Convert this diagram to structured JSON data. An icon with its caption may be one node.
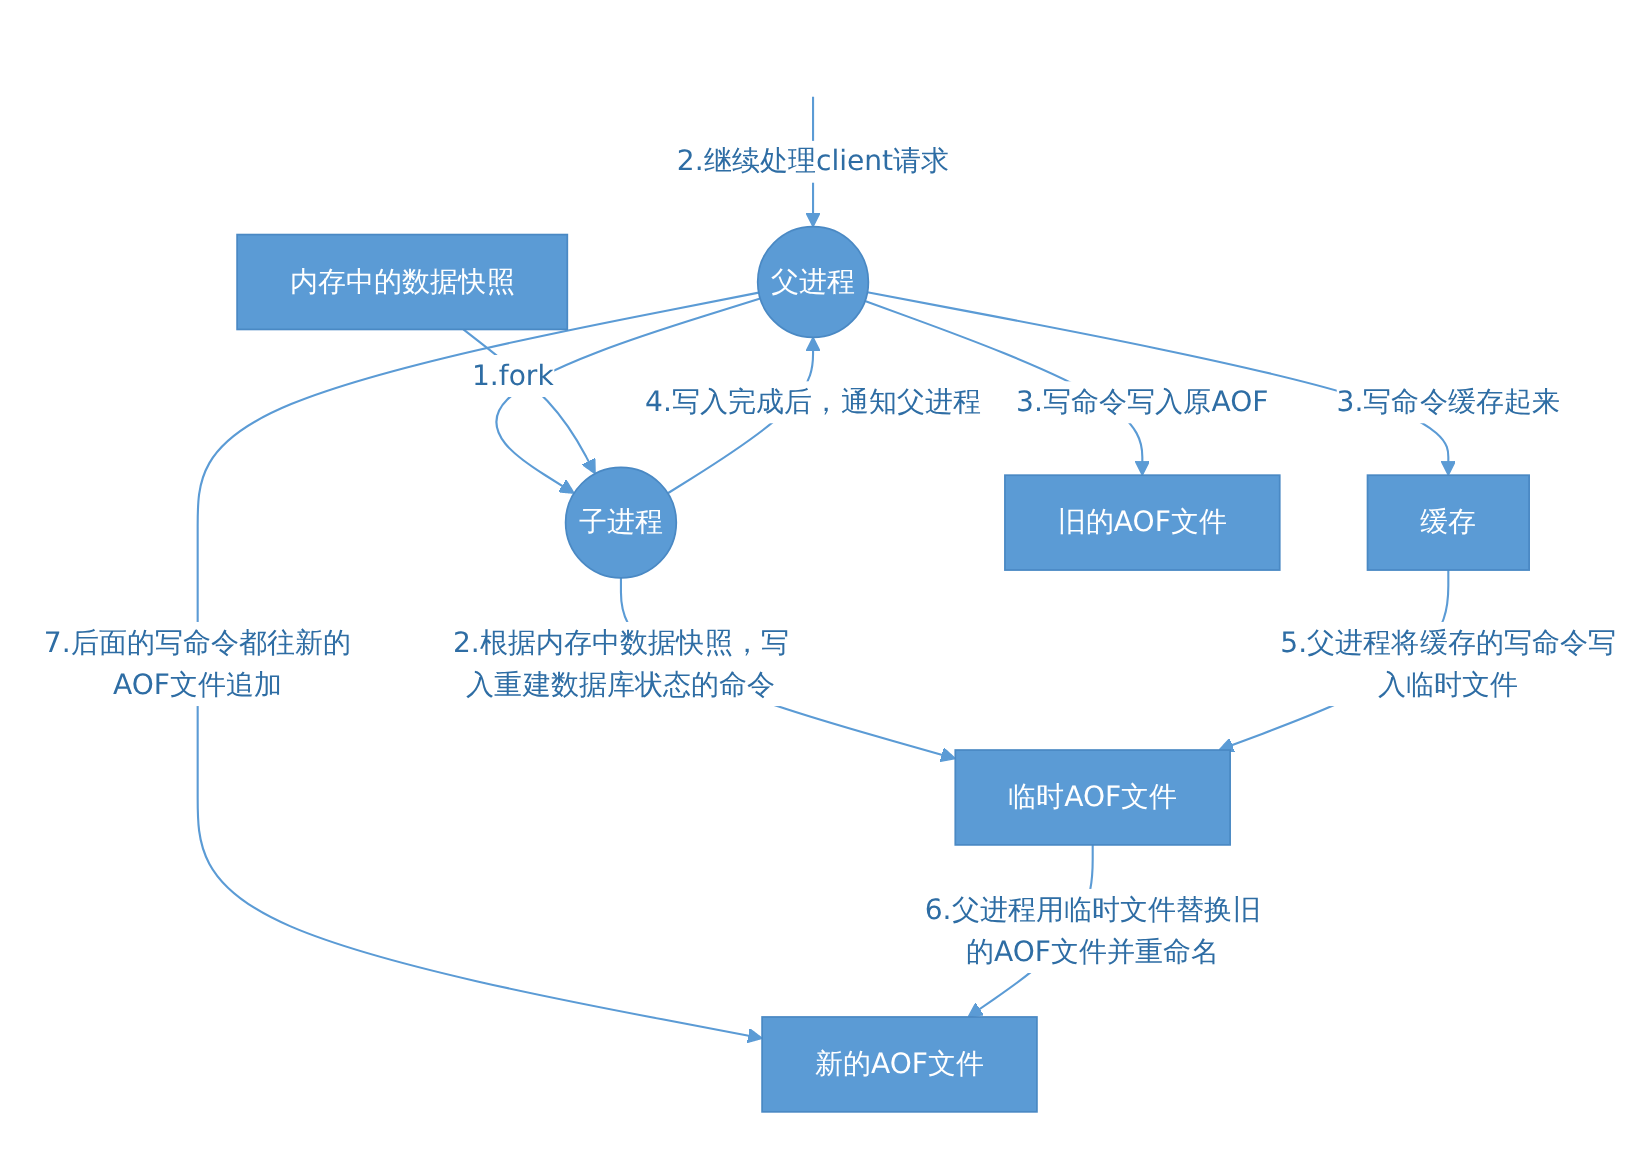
{
  "diagram": {
    "nodes": [
      {
        "text": [
          "父进程"
        ]
      },
      {
        "text": [
          "缓存"
        ]
      },
      {
        "text": [
          "内存中的数据快照"
        ]
      },
      {
        "text": [
          "子进程"
        ]
      },
      {
        "text": [
          "旧的AOF文件"
        ]
      },
      {
        "text": [
          "临时AOF文件"
        ]
      },
      {
        "text": [
          "新的AOF文件"
        ]
      }
    ],
    "edges": [
      {
        "from": null,
        "to": 0,
        "arrow": "to",
        "label": "2.继续处理client请求"
      },
      {
        "from": 0,
        "to": 1,
        "arrow": "to",
        "label": "3.写命令缓存起来"
      },
      {
        "from": 0,
        "to": 4,
        "arrow": "to",
        "label": "3.写命令写入原AOF"
      },
      {
        "from": 0,
        "to": 3,
        "arrow": "to",
        "label": "1.fork"
      },
      {
        "from": 2,
        "to": 3,
        "arrow": "to"
      },
      {
        "from": 3,
        "to": 0,
        "arrow": "to",
        "label": "4.写入完成后，通知父进程"
      },
      {
        "from": 3,
        "to": 5,
        "arrow": "to",
        "label": "2.根据内存中数据快照，写入重建数据库状态的命令"
      },
      {
        "from": 1,
        "to": 5,
        "arrow": "to",
        "label": "5.父进程将缓存的写命令写入临时文件"
      },
      {
        "from": 0,
        "to": 6,
        "arrow": "to",
        "label": "7.后面的写命令都往新的AOF文件追加"
      },
      {
        "from": 5,
        "to": 6,
        "arrow": "to",
        "label": "6.父进程用临时文件替换旧的AOF文件并重命名"
      }
    ]
  }
}
